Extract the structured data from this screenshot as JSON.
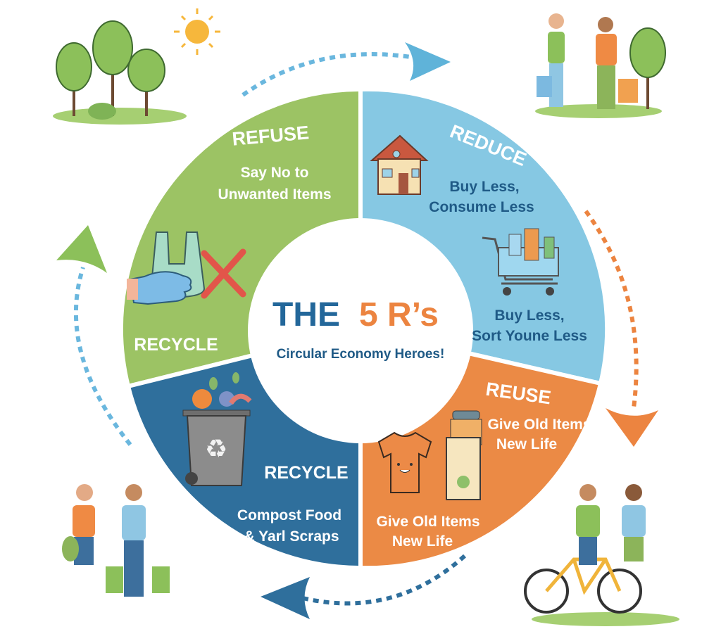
{
  "hub": {
    "title_part1": "THE",
    "title_part2": "5 R’s",
    "subtitle": "Circular Economy Heroes!"
  },
  "segments": {
    "refuse": {
      "title": "REFUSE",
      "line1": "Say No to",
      "line2": "Unwanted Items",
      "extra_label": "RECYCLE",
      "color": "#9cc364"
    },
    "reduce": {
      "title": "REDUCE",
      "line1": "Buy Less,",
      "line2": "Consume Less",
      "line3": "Buy Less,",
      "line4": "Sort Youne Less",
      "color": "#86c8e3"
    },
    "reuse": {
      "title": "REUSE",
      "line1": "Give Old Items",
      "line2": "New Life",
      "line3": "Give Old Items",
      "line4": "New Life",
      "color": "#eb8a45"
    },
    "recycle": {
      "title": "RECYCLE",
      "line1": "Compost Food",
      "line2": "& Yarl Scraps",
      "color": "#2f6f9c"
    }
  },
  "colors": {
    "arrow_blue": "#5fb3d9",
    "arrow_orange": "#ec8440",
    "arrow_green": "#8cc05a",
    "arrow_dark": "#2f6f9c"
  }
}
